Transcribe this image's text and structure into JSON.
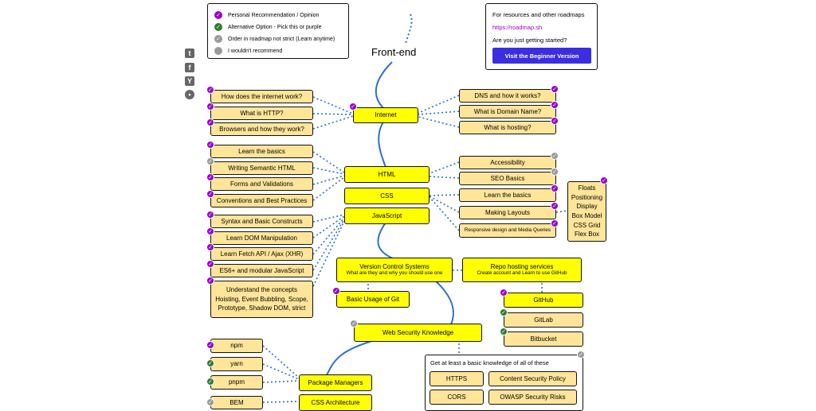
{
  "title": "Front-end",
  "legend": {
    "items": [
      {
        "label": "Personal Recommendation / Opinion",
        "color": "#9900cc",
        "mark": "✓"
      },
      {
        "label": "Alternative Option - Pick this or purple",
        "color": "#2e7d32",
        "mark": "✓"
      },
      {
        "label": "Order in roadmap not strict (Learn anytime)",
        "color": "#999999",
        "mark": "✓"
      },
      {
        "label": "I wouldn't recommend",
        "color": "#999999",
        "mark": ""
      }
    ]
  },
  "resources": {
    "line1": "For resources and other roadmaps",
    "link": "https://roadmap.sh",
    "line2": "Are you just getting started?",
    "button": "Visit the Beginner Version",
    "button_color": "#3b2ee0"
  },
  "share_icons": [
    "twitter-icon",
    "facebook-icon",
    "hackernews-icon",
    "reddit-icon"
  ],
  "topics": {
    "internet": "Internet",
    "html": "HTML",
    "css": "CSS",
    "javascript": "JavaScript",
    "vcs_title": "Version Control Systems",
    "vcs_sub": "What are they and why you should use one",
    "repo_title": "Repo hosting services",
    "repo_sub": "Create account and Learn to use GitHub",
    "web_security": "Web Security Knowledge",
    "package_managers": "Package Managers",
    "css_architecture": "CSS Architecture"
  },
  "internet_left": [
    "How does the internet work?",
    "What is HTTP?",
    "Browsers and how they work?"
  ],
  "internet_right": [
    "DNS and how it works?",
    "What is Domain Name?",
    "What is hosting?"
  ],
  "html_left": [
    "Learn the basics",
    "Writing Semantic HTML",
    "Forms and Validations",
    "Conventions and Best Practices"
  ],
  "html_right": [
    "Accessibility",
    "SEO Basics"
  ],
  "css_right": [
    "Learn the basics",
    "Making Layouts",
    "Responsive design and Media Queries"
  ],
  "layout_list": [
    "Floats",
    "Positioning",
    "Display",
    "Box Model",
    "CSS Grid",
    "Flex Box"
  ],
  "js_left": [
    "Syntax and Basic Constructs",
    "Learn DOM Manipulation",
    "Learn Fetch API / Ajax (XHR)",
    "ES6+ and modular JavaScript"
  ],
  "js_concepts": [
    "Understand the concepts",
    "Hoisting, Event Bubbling, Scope,",
    "Prototype, Shadow DOM, strict"
  ],
  "git_basic": "Basic Usage of Git",
  "repo_hosts": [
    "GitHub",
    "GitLab",
    "Bitbucket"
  ],
  "security": {
    "heading": "Get at least a basic knowledge of all of these",
    "items": [
      "HTTPS",
      "Content Security Policy",
      "CORS",
      "OWASP Security Risks"
    ]
  },
  "package_list": [
    "npm",
    "yarn",
    "pnpm"
  ],
  "css_arch_list": [
    "BEM"
  ],
  "colors": {
    "topic": "#ffff00",
    "subtopic": "#ffe599",
    "personal": "#9900cc",
    "alternative": "#2e7d32",
    "order_free": "#999999",
    "spine": "#2b6fd6"
  }
}
